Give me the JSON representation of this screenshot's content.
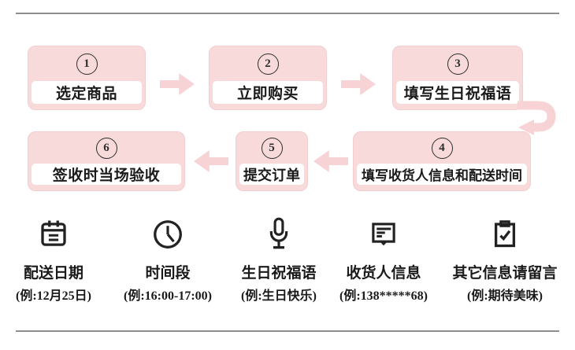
{
  "flow": {
    "steps": [
      {
        "num": "1",
        "label": "选定商品"
      },
      {
        "num": "2",
        "label": "立即购买"
      },
      {
        "num": "3",
        "label": "填写生日祝福语"
      },
      {
        "num": "4",
        "label": "填写收货人信息和配送时间"
      },
      {
        "num": "5",
        "label": "提交订单"
      },
      {
        "num": "6",
        "label": "签收时当场验收"
      }
    ]
  },
  "legend": {
    "items": [
      {
        "icon": "calendar-icon",
        "label": "配送日期",
        "example": "(例:12月25日)"
      },
      {
        "icon": "clock-icon",
        "label": "时间段",
        "example": "(例:16:00-17:00)"
      },
      {
        "icon": "microphone-icon",
        "label": "生日祝福语",
        "example": "(例:生日快乐)"
      },
      {
        "icon": "message-icon",
        "label": "收货人信息",
        "example": "(例:138*****68)"
      },
      {
        "icon": "clipboard-check-icon",
        "label": "其它信息请留言",
        "example": "(例:期待美味)"
      }
    ]
  },
  "colors": {
    "box_pink": "#f8dadb",
    "box_border_pink": "#f3cdd0",
    "arrow_pink": "#f7d3d6",
    "text": "#1a1a1a",
    "rule_gray": "#8f8f8f"
  }
}
